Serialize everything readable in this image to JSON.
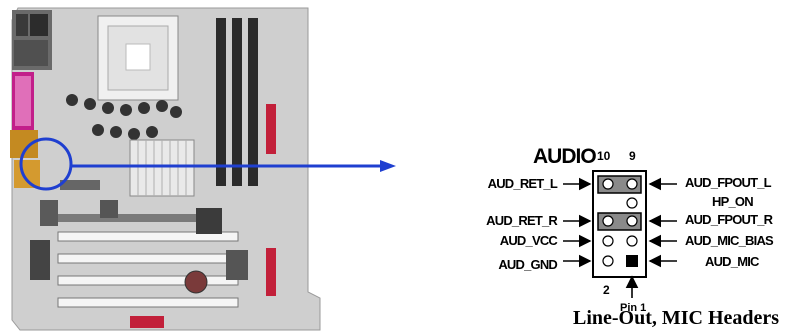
{
  "title": "AUDIO",
  "pin_column_labels": {
    "left": "10",
    "right": "9"
  },
  "bottom_pin_label": "2",
  "pin1_label": "Pin 1",
  "left_labels": [
    "AUD_RET_L",
    "AUD_RET_R",
    "AUD_VCC",
    "AUD_GND"
  ],
  "right_labels": [
    "AUD_FPOUT_L",
    "HP_ON",
    "AUD_FPOUT_R",
    "AUD_MIC_BIAS",
    "AUD_MIC"
  ],
  "caption": "Line-Out, MIC Headers",
  "colors": {
    "arrow_blue": "#1f3fd0",
    "callout_circle": "#1f3fd0",
    "jumper_cap": "#8a8a8a"
  }
}
